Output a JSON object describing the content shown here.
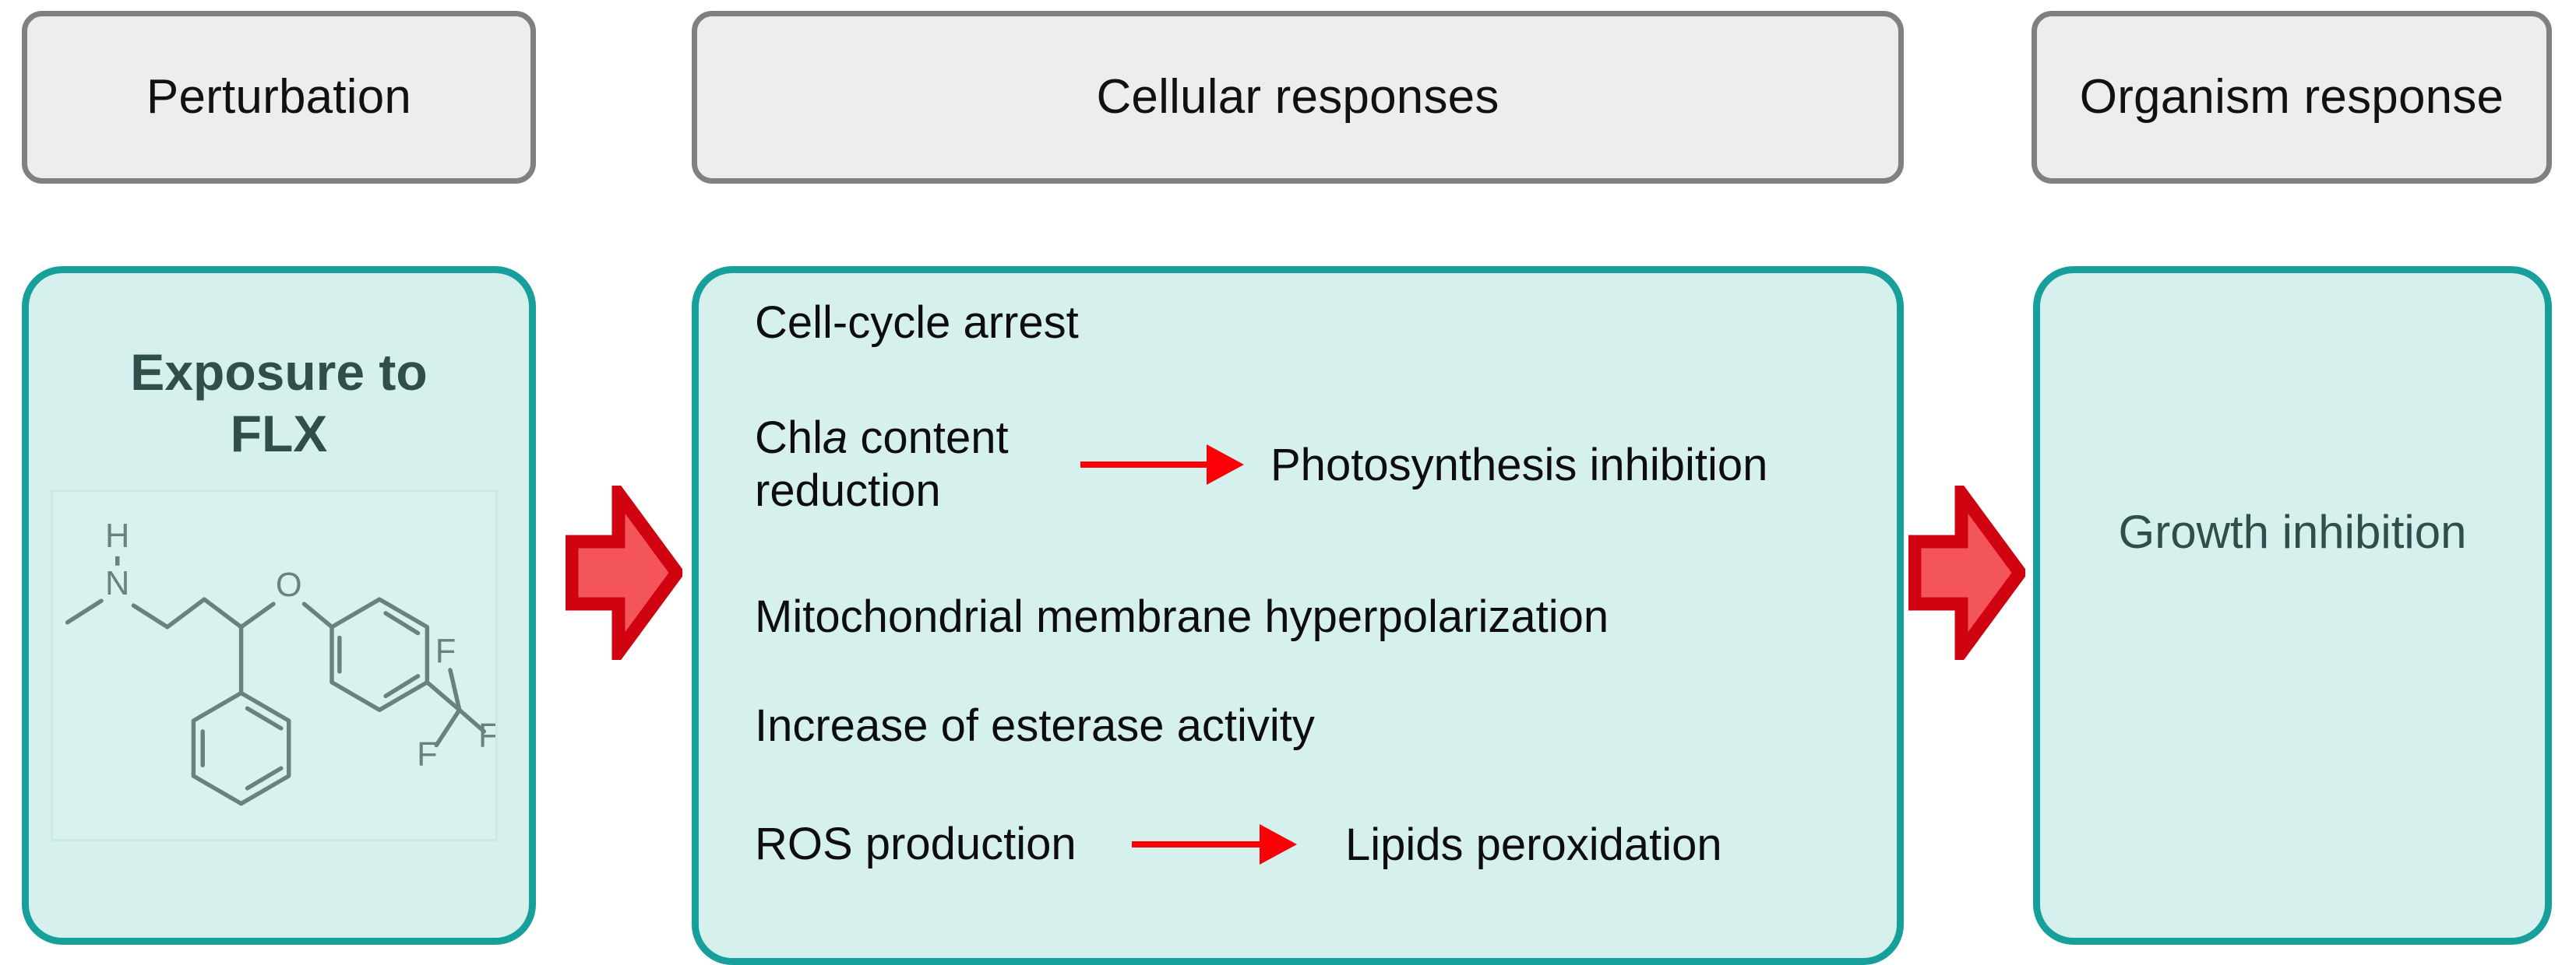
{
  "headers": [
    {
      "id": "perturbation",
      "label": "Perturbation"
    },
    {
      "id": "cellular",
      "label": "Cellular responses"
    },
    {
      "id": "organism",
      "label": "Organism\nresponse"
    }
  ],
  "perturbation": {
    "title": "Exposure to\nFLX",
    "molecule": {
      "name": "fluoxetine-skeletal-structure",
      "atom_labels": [
        "H",
        "N",
        "O",
        "F",
        "F",
        "F"
      ]
    }
  },
  "cellular_responses": [
    {
      "id": "cell-cycle-arrest",
      "label": "Cell-cycle arrest",
      "arrow": false,
      "target": ""
    },
    {
      "id": "chla-reduction",
      "label_pre": "Chl",
      "label_italic": "a",
      "label_post": " content\nreduction",
      "arrow": true,
      "target": "Photosynthesis inhibition"
    },
    {
      "id": "mitochondrial-hyperpolarization",
      "label": "Mitochondrial membrane hyperpolarization",
      "arrow": false,
      "target": ""
    },
    {
      "id": "esterase-activity",
      "label": "Increase of esterase activity",
      "arrow": false,
      "target": ""
    },
    {
      "id": "ros-production",
      "label": "ROS production",
      "arrow": true,
      "target": "Lipids peroxidation"
    }
  ],
  "organism": {
    "text": "Growth inhibition"
  },
  "colors": {
    "panel_fill": "#D6F0EE",
    "panel_border": "#17A09B",
    "header_fill": "#EDEDED",
    "header_border": "#808080",
    "block_arrow_fill": "#F4555B",
    "block_arrow_border": "#D00410",
    "thin_arrow": "#FB0007",
    "molecule_stroke": "#69827F",
    "text_dark": "#0D0D0D",
    "text_teal": "#2F4F4A"
  }
}
